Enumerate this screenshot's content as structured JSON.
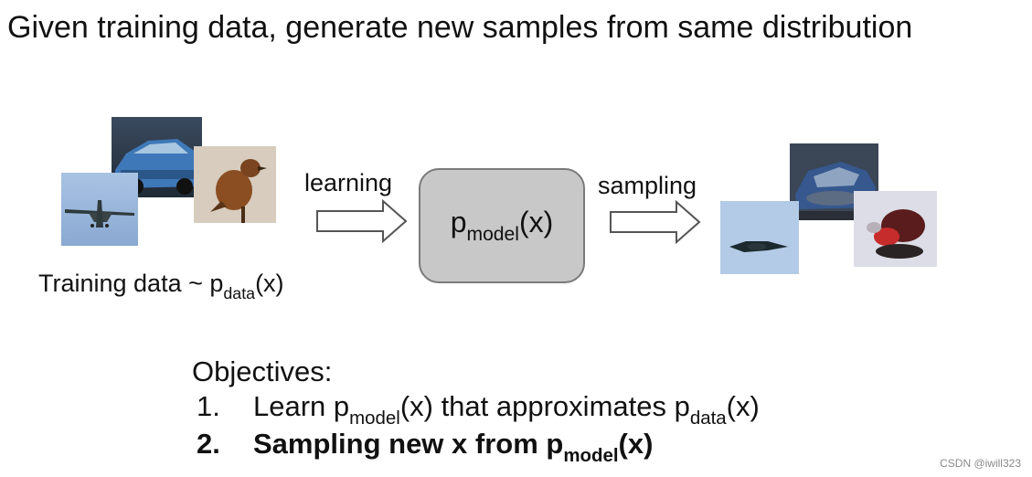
{
  "title": "Given training data, generate new samples from same distribution",
  "training": {
    "label_prefix": "Training data ~ p",
    "label_sub": "data",
    "label_suffix": "(x)"
  },
  "learning_label": "learning",
  "sampling_label": "sampling",
  "model": {
    "p": "p",
    "sub": "model",
    "suffix": "(x)"
  },
  "objectives": {
    "heading": "Objectives:",
    "item1": {
      "num": "1.",
      "text_a": "Learn p",
      "sub_a": "model",
      "text_b": "(x) that approximates p",
      "sub_b": "data",
      "text_c": "(x)"
    },
    "item2": {
      "num": "2.",
      "text_a": "Sampling new x from p",
      "sub_a": "model",
      "text_b": "(x)"
    }
  },
  "watermark": "CSDN @iwill323",
  "colors": {
    "model_box_fill": "#c8c8c8",
    "model_box_border": "#7a7a7a",
    "arrow_stroke": "#555555"
  }
}
